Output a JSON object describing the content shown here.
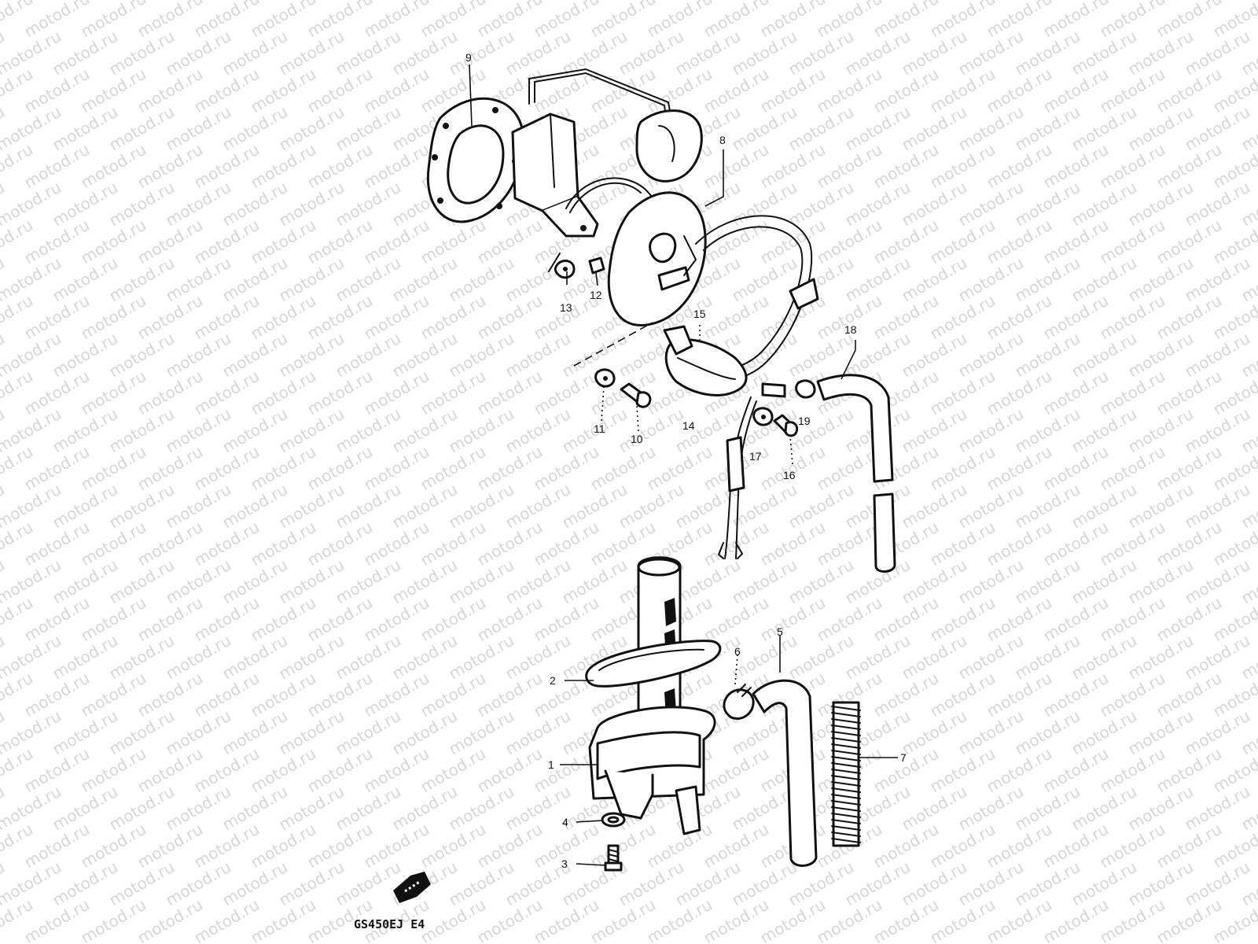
{
  "watermark": {
    "text": "motod.ru"
  },
  "diagram": {
    "model_code": "GS450EJ E4",
    "callouts": [
      {
        "id": "c1",
        "text": "1"
      },
      {
        "id": "c2",
        "text": "2"
      },
      {
        "id": "c3",
        "text": "3"
      },
      {
        "id": "c4",
        "text": "4"
      },
      {
        "id": "c5",
        "text": "5"
      },
      {
        "id": "c6",
        "text": "6"
      },
      {
        "id": "c7",
        "text": "7"
      },
      {
        "id": "c8",
        "text": "8"
      },
      {
        "id": "c9",
        "text": "9"
      },
      {
        "id": "c10",
        "text": "10"
      },
      {
        "id": "c11",
        "text": "11"
      },
      {
        "id": "c12",
        "text": "12"
      },
      {
        "id": "c13",
        "text": "13"
      },
      {
        "id": "c14",
        "text": "14"
      },
      {
        "id": "c15",
        "text": "15"
      },
      {
        "id": "c16",
        "text": "16"
      },
      {
        "id": "c17",
        "text": "17"
      },
      {
        "id": "c18",
        "text": "18"
      },
      {
        "id": "c19",
        "text": "19"
      }
    ]
  }
}
